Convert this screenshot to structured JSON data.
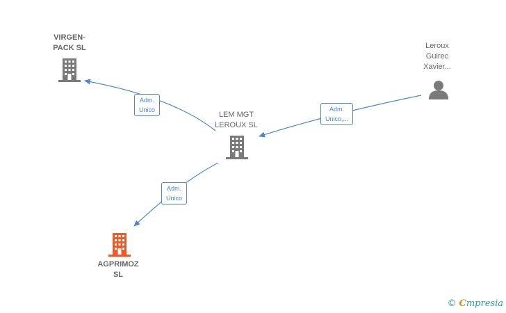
{
  "nodes": {
    "virgen": {
      "label": "VIRGEN-\nPACK  SL",
      "type": "company",
      "color": "#7a7a7a"
    },
    "lem": {
      "label": "LEM MGT\nLEROUX  SL",
      "type": "company",
      "color": "#7a7a7a"
    },
    "agprimoz": {
      "label": "AGPRIMOZ\nSL",
      "type": "company",
      "color": "#f05a28"
    },
    "leroux": {
      "label": "Leroux\nGuirec\nXavier...",
      "type": "person",
      "color": "#7a7a7a"
    }
  },
  "edges": {
    "lem_virgen": {
      "label": "Adm.\nUnico"
    },
    "leroux_lem": {
      "label": "Adm.\nUnico,..."
    },
    "lem_agprimoz": {
      "label": "Adm.\nUnico"
    }
  },
  "colors": {
    "edge": "#4a86d8"
  },
  "footer": {
    "copyright": "©",
    "brand_initial": "C",
    "brand_rest": "mpresia"
  }
}
